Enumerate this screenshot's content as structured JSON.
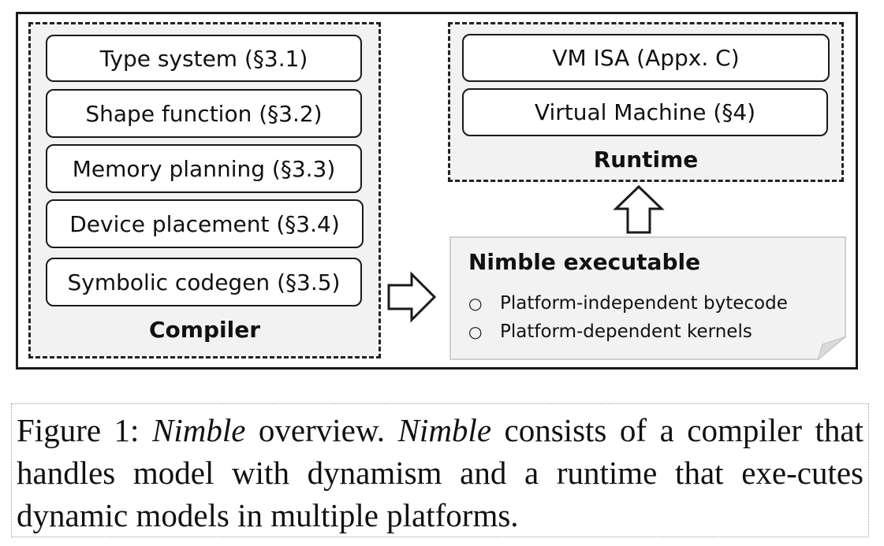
{
  "compiler": {
    "title": "Compiler",
    "items": [
      "Type system (§3.1)",
      "Shape function (§3.2)",
      "Memory planning (§3.3)",
      "Device placement (§3.4)",
      "Symbolic codegen (§3.5)"
    ]
  },
  "runtime": {
    "title": "Runtime",
    "items": [
      "VM ISA (Appx. C)",
      "Virtual Machine (§4)"
    ]
  },
  "executable": {
    "title": "Nimble executable",
    "items": [
      "Platform-independent  bytecode",
      "Platform-dependent  kernels"
    ],
    "bullet": "○"
  },
  "caption": {
    "label": "Figure 1: ",
    "name1": "Nimble",
    "text1": " overview. ",
    "name2": "Nimble",
    "text2": " consists of a compiler that handles model with dynamism and a runtime that exe-cutes dynamic models in multiple platforms."
  }
}
